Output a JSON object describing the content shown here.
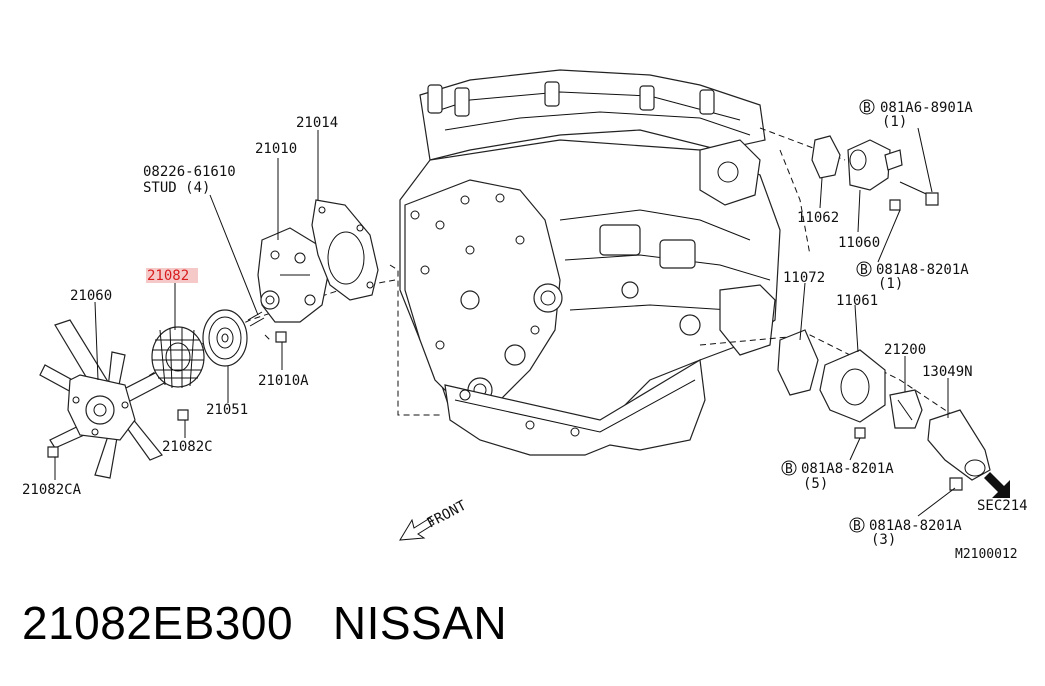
{
  "diagram": {
    "callouts": {
      "p21082_hl": "21082",
      "p21060": "21060",
      "p08226": "08226-61610",
      "stud": "STUD (4)",
      "p21010": "21010",
      "p21014": "21014",
      "p21010A": "21010A",
      "p21051": "21051",
      "p21082C": "21082C",
      "p21082CA": "21082CA",
      "bolt1_code": "081A6-8901A",
      "bolt1_qty": "(1)",
      "p11062": "11062",
      "p11060": "11060",
      "bolt2_code": "081A8-8201A",
      "bolt2_qty": "(1)",
      "p11072": "11072",
      "p11061": "11061",
      "p21200": "21200",
      "p13049N": "13049N",
      "bolt3_code": "081A8-8201A",
      "bolt3_qty": "(5)",
      "sec": "SEC214",
      "bolt4_code": "081A8-8201A",
      "bolt4_qty": "(3)",
      "front": "FRONT",
      "ref": "M2100012",
      "b": "B"
    }
  },
  "caption": {
    "part_number": "21082EB300",
    "brand": "NISSAN"
  },
  "colors": {
    "highlight": "#d81e1e",
    "ink": "#111111"
  }
}
